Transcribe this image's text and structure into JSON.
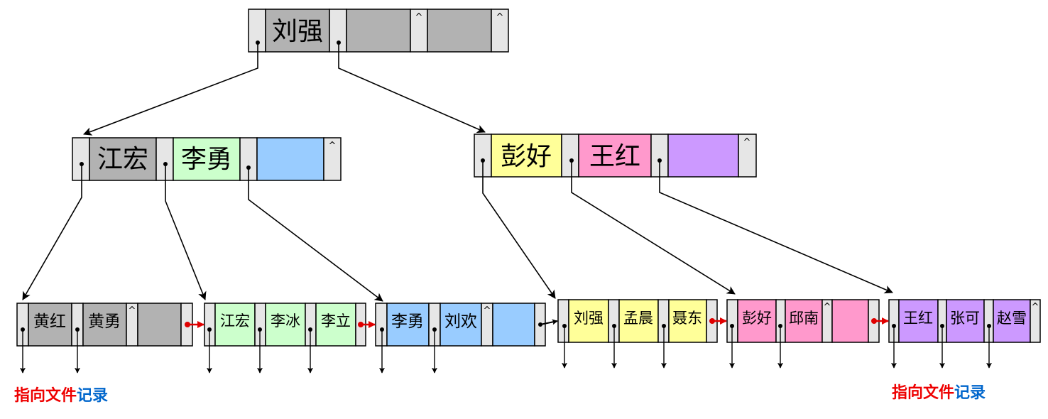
{
  "colors": {
    "pointer_cell": "#e6e6e6",
    "gray": "#b2b2b2",
    "green": "#ccffcc",
    "blue": "#99ccff",
    "yellow": "#ffff99",
    "pink": "#ff99cc",
    "purple": "#cc99ff",
    "leaf_link": "#e00000",
    "caption_red": "#ee0000",
    "caption_blue": "#0066cc"
  },
  "null_symbol": "^",
  "root": {
    "keys": [
      "刘强"
    ]
  },
  "internal_nodes": [
    {
      "keys": [
        "江宏",
        "李勇"
      ]
    },
    {
      "keys": [
        "彭好",
        "王红"
      ]
    }
  ],
  "leaves": [
    {
      "keys": [
        "黄红",
        "黄勇"
      ]
    },
    {
      "keys": [
        "江宏",
        "李冰",
        "李立"
      ]
    },
    {
      "keys": [
        "李勇",
        "刘欢"
      ]
    },
    {
      "keys": [
        "刘强",
        "孟晨",
        "聂东"
      ]
    },
    {
      "keys": [
        "彭好",
        "邱南"
      ]
    },
    {
      "keys": [
        "王红",
        "张可",
        "赵雪"
      ]
    }
  ],
  "captions": [
    {
      "part1": "指向文件",
      "part2": "记录"
    },
    {
      "part1": "指向文件",
      "part2": "记录"
    }
  ]
}
